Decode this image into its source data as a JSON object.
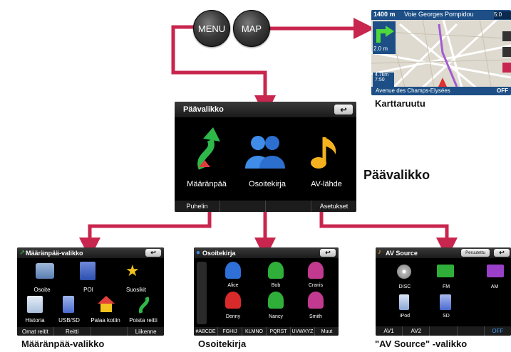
{
  "buttons": {
    "menu": "MENU",
    "map": "MAP"
  },
  "map_screen": {
    "distance_top": "1400 m",
    "street_top": "Voie Georges Pompidou",
    "time_top": "5:0",
    "distance_left": "2.0 m",
    "distance_km": "4.7km",
    "time_left": "7:50",
    "street_bottom": "Avenue des Champs-Elysées",
    "off_label": "OFF",
    "caption": "Karttaruutu"
  },
  "main_menu": {
    "title": "Päävalikko",
    "items": [
      {
        "label": "Määränpää",
        "icon": "destination-arrow-icon"
      },
      {
        "label": "Osoitekirja",
        "icon": "contacts-people-icon"
      },
      {
        "label": "AV-lähde",
        "icon": "music-note-icon"
      }
    ],
    "bottom_bar": [
      "Puhelin",
      "",
      "",
      "Asetukset"
    ],
    "caption": "Päävalikko"
  },
  "destination_menu": {
    "title": "Määränpää-valikko",
    "items": [
      {
        "label": "Osoite",
        "icon": "address-icon"
      },
      {
        "label": "POI",
        "icon": "poi-icon"
      },
      {
        "label": "Suosikit",
        "icon": "favorites-icon"
      },
      {
        "label": "Historia",
        "icon": "history-icon"
      },
      {
        "label": "USB/SD",
        "icon": "usb-sd-icon"
      },
      {
        "label": "Palaa kotiin",
        "icon": "home-icon"
      },
      {
        "label": "Poista reitti",
        "icon": "delete-route-icon"
      }
    ],
    "bottom_bar": [
      "Omat reitit",
      "Reitti",
      "",
      "Liikenne"
    ],
    "caption": "Määränpää-valikko"
  },
  "address_book": {
    "title": "Osoitekirja",
    "contacts": [
      {
        "name": "Alice",
        "color": "#2e6fd8"
      },
      {
        "name": "Bob",
        "color": "#2fae3a"
      },
      {
        "name": "Cranis",
        "color": "#c23a8f"
      },
      {
        "name": "Denny",
        "color": "#d82a2a"
      },
      {
        "name": "Nancy",
        "color": "#2fae3a"
      },
      {
        "name": "Smith",
        "color": "#c23a8f"
      }
    ],
    "bottom_bar": [
      "#ABCDE",
      "FGHIJ",
      "KLMNO",
      "PQRST",
      "UVWXYZ",
      "Muut"
    ],
    "caption": "Osoitekirja"
  },
  "av_source": {
    "title": "AV Source",
    "header_button": "Peruutettu",
    "items": [
      {
        "label": "DISC",
        "icon": "disc-icon"
      },
      {
        "label": "FM",
        "icon": "radio-icon"
      },
      {
        "label": "AM",
        "icon": "radio-am-icon"
      },
      {
        "label": "iPod",
        "icon": "ipod-icon"
      },
      {
        "label": "SD",
        "icon": "sd-card-icon"
      }
    ],
    "bottom_bar": [
      "AV1",
      "AV2",
      "",
      "",
      "OFF"
    ],
    "caption": "\"AV Source\" -valikko"
  },
  "colors": {
    "arrow": "#c8264e",
    "screen_bg": "#000000"
  }
}
